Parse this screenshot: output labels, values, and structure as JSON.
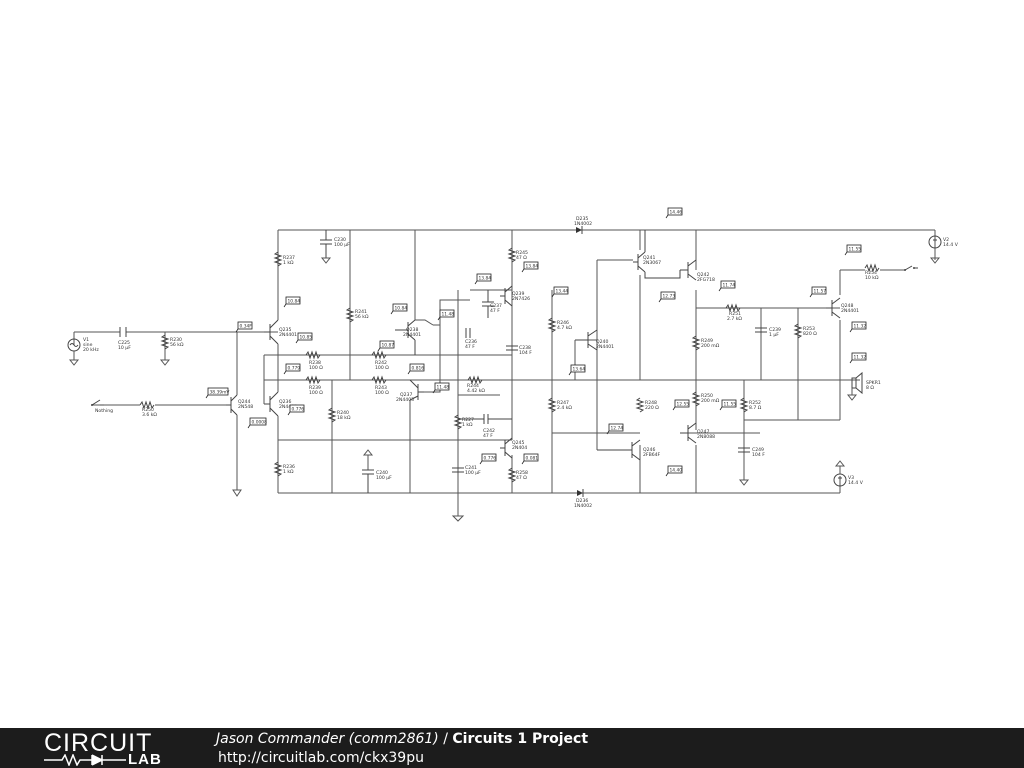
{
  "components": [
    {
      "id": "V1",
      "labels": [
        "V1",
        "sine",
        "20 kHz"
      ]
    },
    {
      "id": "C225",
      "labels": [
        "C225",
        "10 µF"
      ]
    },
    {
      "id": "R230",
      "labels": [
        "R230",
        "56 kΩ"
      ]
    },
    {
      "id": "Nothing",
      "labels": [
        "Nothing"
      ]
    },
    {
      "id": "R250",
      "labels": [
        "R250",
        "3.6 kΩ"
      ]
    },
    {
      "id": "Q244",
      "labels": [
        "Q244",
        "2N548"
      ]
    },
    {
      "id": "R237",
      "labels": [
        "R237",
        "1 kΩ"
      ]
    },
    {
      "id": "Q235",
      "labels": [
        "Q235",
        "2N4401"
      ]
    },
    {
      "id": "Q236",
      "labels": [
        "Q236",
        "2N4403"
      ]
    },
    {
      "id": "R236",
      "labels": [
        "R236",
        "1 kΩ"
      ]
    },
    {
      "id": "C230",
      "labels": [
        "C230",
        "100 µF"
      ]
    },
    {
      "id": "R241",
      "labels": [
        "R241",
        "56 kΩ"
      ]
    },
    {
      "id": "R238",
      "labels": [
        "R238",
        "100 Ω"
      ]
    },
    {
      "id": "R239",
      "labels": [
        "R239",
        "100 Ω"
      ]
    },
    {
      "id": "R240",
      "labels": [
        "R240",
        "18 kΩ"
      ]
    },
    {
      "id": "R242",
      "labels": [
        "R242",
        "100 Ω"
      ]
    },
    {
      "id": "R243",
      "labels": [
        "R243",
        "100 Ω"
      ]
    },
    {
      "id": "C240",
      "labels": [
        "C240",
        "100 µF"
      ]
    },
    {
      "id": "Q238",
      "labels": [
        "Q238",
        "2N4401"
      ]
    },
    {
      "id": "Q237",
      "labels": [
        "Q237",
        "2N4403"
      ]
    },
    {
      "id": "C236",
      "labels": [
        "C236",
        "47 F"
      ]
    },
    {
      "id": "R244",
      "labels": [
        "R244",
        "4.42 kΩ"
      ]
    },
    {
      "id": "R227",
      "labels": [
        "R227",
        "1 kΩ"
      ]
    },
    {
      "id": "C242",
      "labels": [
        "C242",
        "47 F"
      ]
    },
    {
      "id": "C241",
      "labels": [
        "C241",
        "100 µF"
      ]
    },
    {
      "id": "C237",
      "labels": [
        "C237",
        "47 F"
      ]
    },
    {
      "id": "R245",
      "labels": [
        "R245",
        "47 Ω"
      ]
    },
    {
      "id": "Q239",
      "labels": [
        "Q239",
        "2N7426"
      ]
    },
    {
      "id": "C238",
      "labels": [
        "C238",
        "104 F"
      ]
    },
    {
      "id": "Q245",
      "labels": [
        "Q245",
        "2N404"
      ]
    },
    {
      "id": "R258",
      "labels": [
        "R258",
        "47 Ω"
      ]
    },
    {
      "id": "D235",
      "labels": [
        "D235",
        "1N4002"
      ]
    },
    {
      "id": "D236",
      "labels": [
        "D236",
        "1N4002"
      ]
    },
    {
      "id": "R246",
      "labels": [
        "R246",
        "4.7 kΩ"
      ]
    },
    {
      "id": "R247",
      "labels": [
        "R247",
        "2.4 kΩ"
      ]
    },
    {
      "id": "Q240",
      "labels": [
        "Q240",
        "2N4401"
      ]
    },
    {
      "id": "Q241",
      "labels": [
        "Q241",
        "2N3067"
      ]
    },
    {
      "id": "Q242",
      "labels": [
        "Q242",
        "2FG718"
      ]
    },
    {
      "id": "R248",
      "labels": [
        "R248",
        "220 Ω"
      ]
    },
    {
      "id": "Q246",
      "labels": [
        "Q246",
        "2FB64F"
      ]
    },
    {
      "id": "R249",
      "labels": [
        "R249",
        "200 mΩ"
      ]
    },
    {
      "id": "R250b",
      "labels": [
        "R250",
        "200 mΩ"
      ]
    },
    {
      "id": "Q247",
      "labels": [
        "Q247",
        "2N8088"
      ]
    },
    {
      "id": "R251",
      "labels": [
        "R251",
        "2.7 kΩ"
      ]
    },
    {
      "id": "C239",
      "labels": [
        "C239",
        "1 µF"
      ]
    },
    {
      "id": "R252",
      "labels": [
        "R252",
        "8.7 Ω"
      ]
    },
    {
      "id": "C249",
      "labels": [
        "C249",
        "104 F"
      ]
    },
    {
      "id": "R253",
      "labels": [
        "R253",
        "820 Ω"
      ]
    },
    {
      "id": "Q248",
      "labels": [
        "Q248",
        "2N4401"
      ]
    },
    {
      "id": "R254",
      "labels": [
        "R254",
        "10 kΩ"
      ]
    },
    {
      "id": "V2",
      "labels": [
        "V2",
        "14.4 V"
      ]
    },
    {
      "id": "V3",
      "labels": [
        "V3",
        "14.4 V"
      ]
    },
    {
      "id": "SPK1",
      "labels": [
        "SPKR1",
        "8 Ω"
      ]
    }
  ],
  "probes": [
    {
      "id": "p1",
      "text": "0.34F"
    },
    {
      "id": "p2",
      "text": "10.84"
    },
    {
      "id": "p3",
      "text": "10.85"
    },
    {
      "id": "p4",
      "text": "0.779"
    },
    {
      "id": "p5",
      "text": "38.39mV"
    },
    {
      "id": "p6",
      "text": "0.776"
    },
    {
      "id": "p7",
      "text": "0.0008"
    },
    {
      "id": "p8",
      "text": "10.84"
    },
    {
      "id": "p9",
      "text": "10.87"
    },
    {
      "id": "p10",
      "text": "0.816"
    },
    {
      "id": "p11",
      "text": "11.48"
    },
    {
      "id": "p12",
      "text": "11.48"
    },
    {
      "id": "p13",
      "text": "13.84"
    },
    {
      "id": "p14",
      "text": "13.84"
    },
    {
      "id": "p15",
      "text": "14.46"
    },
    {
      "id": "p16",
      "text": "13.44"
    },
    {
      "id": "p17",
      "text": "13.64"
    },
    {
      "id": "p18",
      "text": "12.73"
    },
    {
      "id": "p19",
      "text": "11.74"
    },
    {
      "id": "p20",
      "text": "11.57"
    },
    {
      "id": "p21",
      "text": "11.55"
    },
    {
      "id": "p22",
      "text": "11.32"
    },
    {
      "id": "p23",
      "text": "11.32"
    },
    {
      "id": "p24",
      "text": "12.74"
    },
    {
      "id": "p25",
      "text": "12.55"
    },
    {
      "id": "p26",
      "text": "11.55"
    },
    {
      "id": "p27",
      "text": "0.776"
    },
    {
      "id": "p28",
      "text": "0.081"
    },
    {
      "id": "p29",
      "text": "14.40"
    }
  ],
  "footer": {
    "logo_top": "CIRCUIT",
    "logo_bottom": "LAB",
    "author": "Jason Commander (comm2861)",
    "separator": " / ",
    "project": "Circuits 1 Project",
    "url": "http://circuitlab.com/ckx39pu"
  }
}
